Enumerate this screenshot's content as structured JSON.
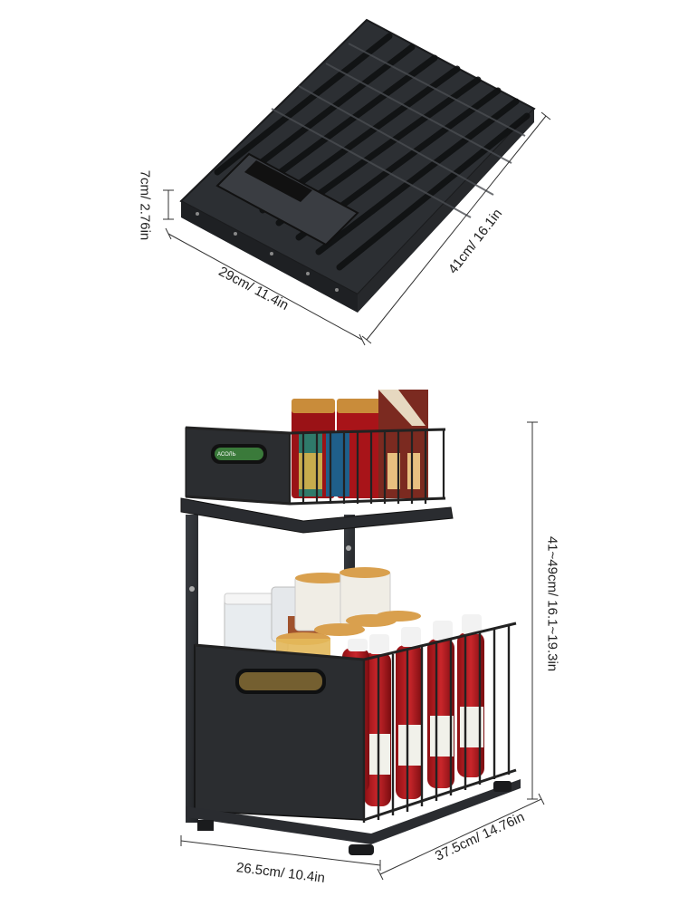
{
  "dimensions": {
    "folded_height": "7cm/ 2.76in",
    "folded_width": "29cm/ 11.4in",
    "folded_length": "41cm/ 16.1in",
    "assembled_height": "41~49cm/ 16.1~19.3in",
    "assembled_width": "26.5cm/ 10.4in",
    "assembled_depth": "37.5cm/ 14.76in"
  },
  "product_labels": {
    "can_label": "АСОЛЬ"
  },
  "colors": {
    "metal": "#2b2d30",
    "metal_light": "#4a4d52",
    "ketchup": "#b3161b",
    "lid": "#d9a04e",
    "dimension_line": "#333333"
  }
}
